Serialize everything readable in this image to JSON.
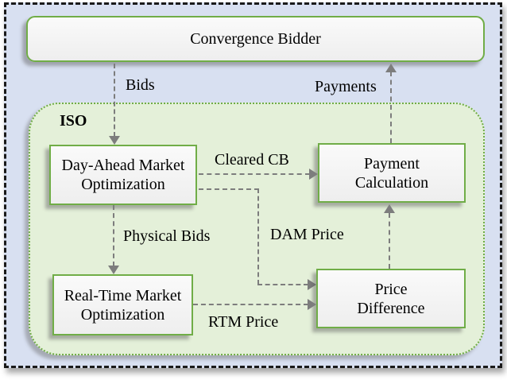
{
  "colors": {
    "background_blue": "#d8e0f1",
    "iso_fill_green": "#e4f0d9",
    "node_border_green": "#70ad47",
    "connector_gray": "#7d7d7d",
    "outer_border_black": "#1a1a1a",
    "node_fill_gray": "#f4f4f4"
  },
  "nodes": {
    "convergence_bidder": {
      "label": "Convergence Bidder"
    },
    "iso": {
      "label": "ISO"
    },
    "day_ahead_market": {
      "line1": "Day-Ahead Market",
      "line2": "Optimization"
    },
    "payment_calculation": {
      "line1": "Payment",
      "line2": "Calculation"
    },
    "real_time_market": {
      "line1": "Real-Time Market",
      "line2": "Optimization"
    },
    "price_difference": {
      "line1": "Price",
      "line2": "Difference"
    }
  },
  "edges": {
    "bids": "Bids",
    "payments": "Payments",
    "cleared_cb": "Cleared CB",
    "dam_price": "DAM Price",
    "physical_bids": "Physical Bids",
    "rtm_price": "RTM Price"
  }
}
